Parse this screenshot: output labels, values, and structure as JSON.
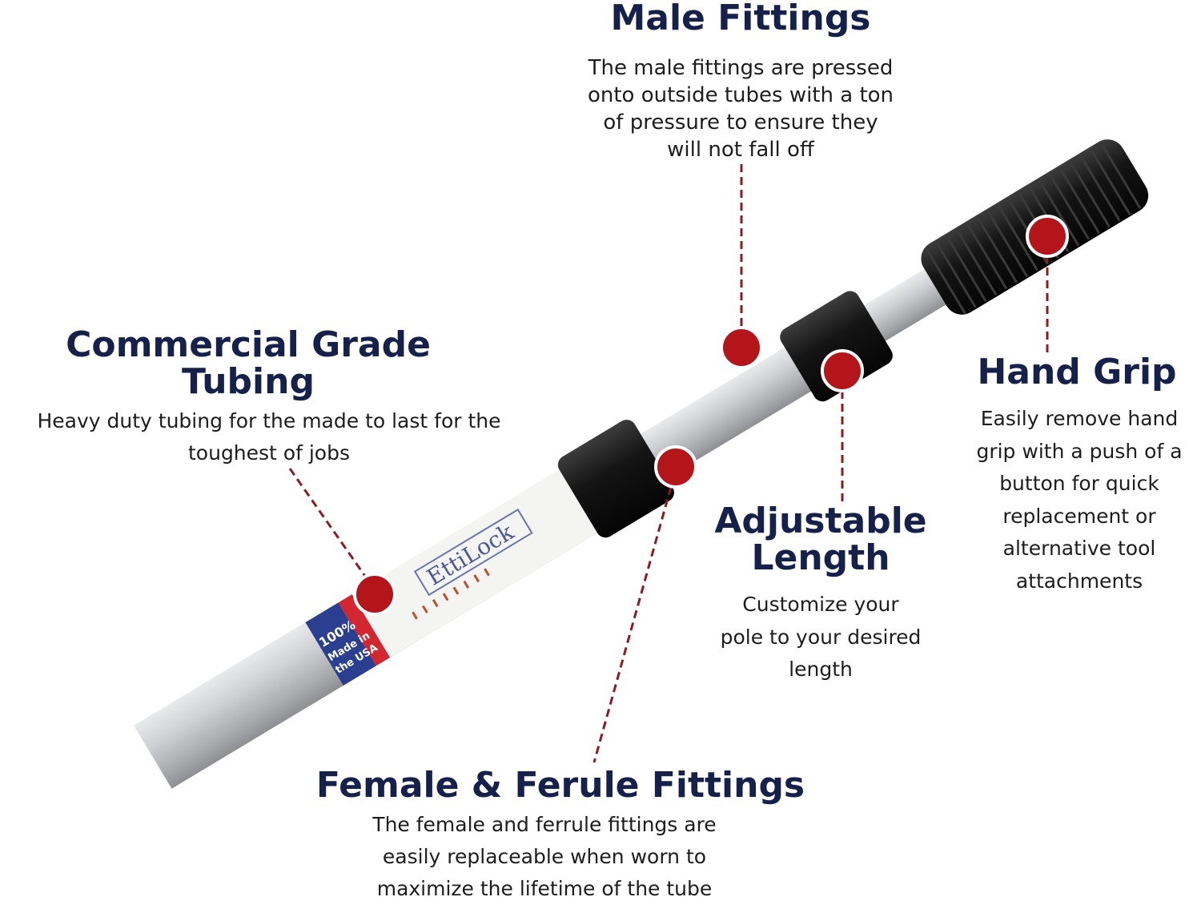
{
  "callouts": {
    "male_fittings": {
      "title": "Male Fittings",
      "lines": [
        "The male fittings are pressed",
        "onto outside tubes with a ton",
        "of pressure to ensure they",
        "will not fall off"
      ]
    },
    "commercial_tubing": {
      "title_lines": [
        "Commercial Grade",
        "Tubing"
      ],
      "lines": [
        "Heavy duty tubing for the made to last for the",
        "toughest of jobs"
      ]
    },
    "hand_grip": {
      "title": "Hand Grip",
      "lines": [
        "Easily remove hand",
        "grip with a push of a",
        "button for quick",
        "replacement or",
        "alternative tool",
        "attachments"
      ]
    },
    "adjustable_length": {
      "title_lines": [
        "Adjustable",
        "Length"
      ],
      "lines": [
        "Customize your",
        "pole to your desired",
        "length"
      ]
    },
    "female_ferrule": {
      "title": "Female & Ferule Fittings",
      "lines": [
        "The female and ferrule fittings are",
        "easily replaceable when worn to",
        "maximize the lifetime of the tube"
      ]
    }
  },
  "label": {
    "brand": "EttiLock",
    "badge_lines": [
      "100%",
      "Made in",
      "the USA"
    ]
  },
  "colors": {
    "heading": "#15214a",
    "marker": "#b3151b",
    "tube": "#c4c6c9",
    "fitting": "#1a1a1a"
  }
}
